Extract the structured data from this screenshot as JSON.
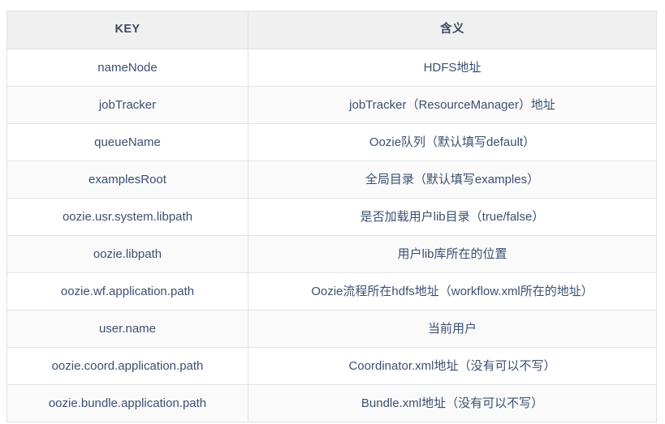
{
  "table": {
    "columns": [
      {
        "id": "key",
        "label": "KEY"
      },
      {
        "id": "meaning",
        "label": "含义"
      }
    ],
    "rows": [
      {
        "key": "nameNode",
        "meaning": "HDFS地址"
      },
      {
        "key": "jobTracker",
        "meaning": "jobTracker（ResourceManager）地址"
      },
      {
        "key": "queueName",
        "meaning": "Oozie队列（默认填写default）"
      },
      {
        "key": "examplesRoot",
        "meaning": "全局目录（默认填写examples）"
      },
      {
        "key": "oozie.usr.system.libpath",
        "meaning": "是否加载用户lib目录（true/false）"
      },
      {
        "key": "oozie.libpath",
        "meaning": "用户lib库所在的位置"
      },
      {
        "key": "oozie.wf.application.path",
        "meaning": "Oozie流程所在hdfs地址（workflow.xml所在的地址）"
      },
      {
        "key": "user.name",
        "meaning": "当前用户"
      },
      {
        "key": "oozie.coord.application.path",
        "meaning": "Coordinator.xml地址（没有可以不写）"
      },
      {
        "key": "oozie.bundle.application.path",
        "meaning": "Bundle.xml地址（没有可以不写）"
      }
    ]
  },
  "colors": {
    "header_background": "#f0f0f0",
    "border": "#dfe2e5",
    "text": "#3b5070",
    "row_stripe": "#fafafa",
    "page_background": "#ffffff"
  }
}
